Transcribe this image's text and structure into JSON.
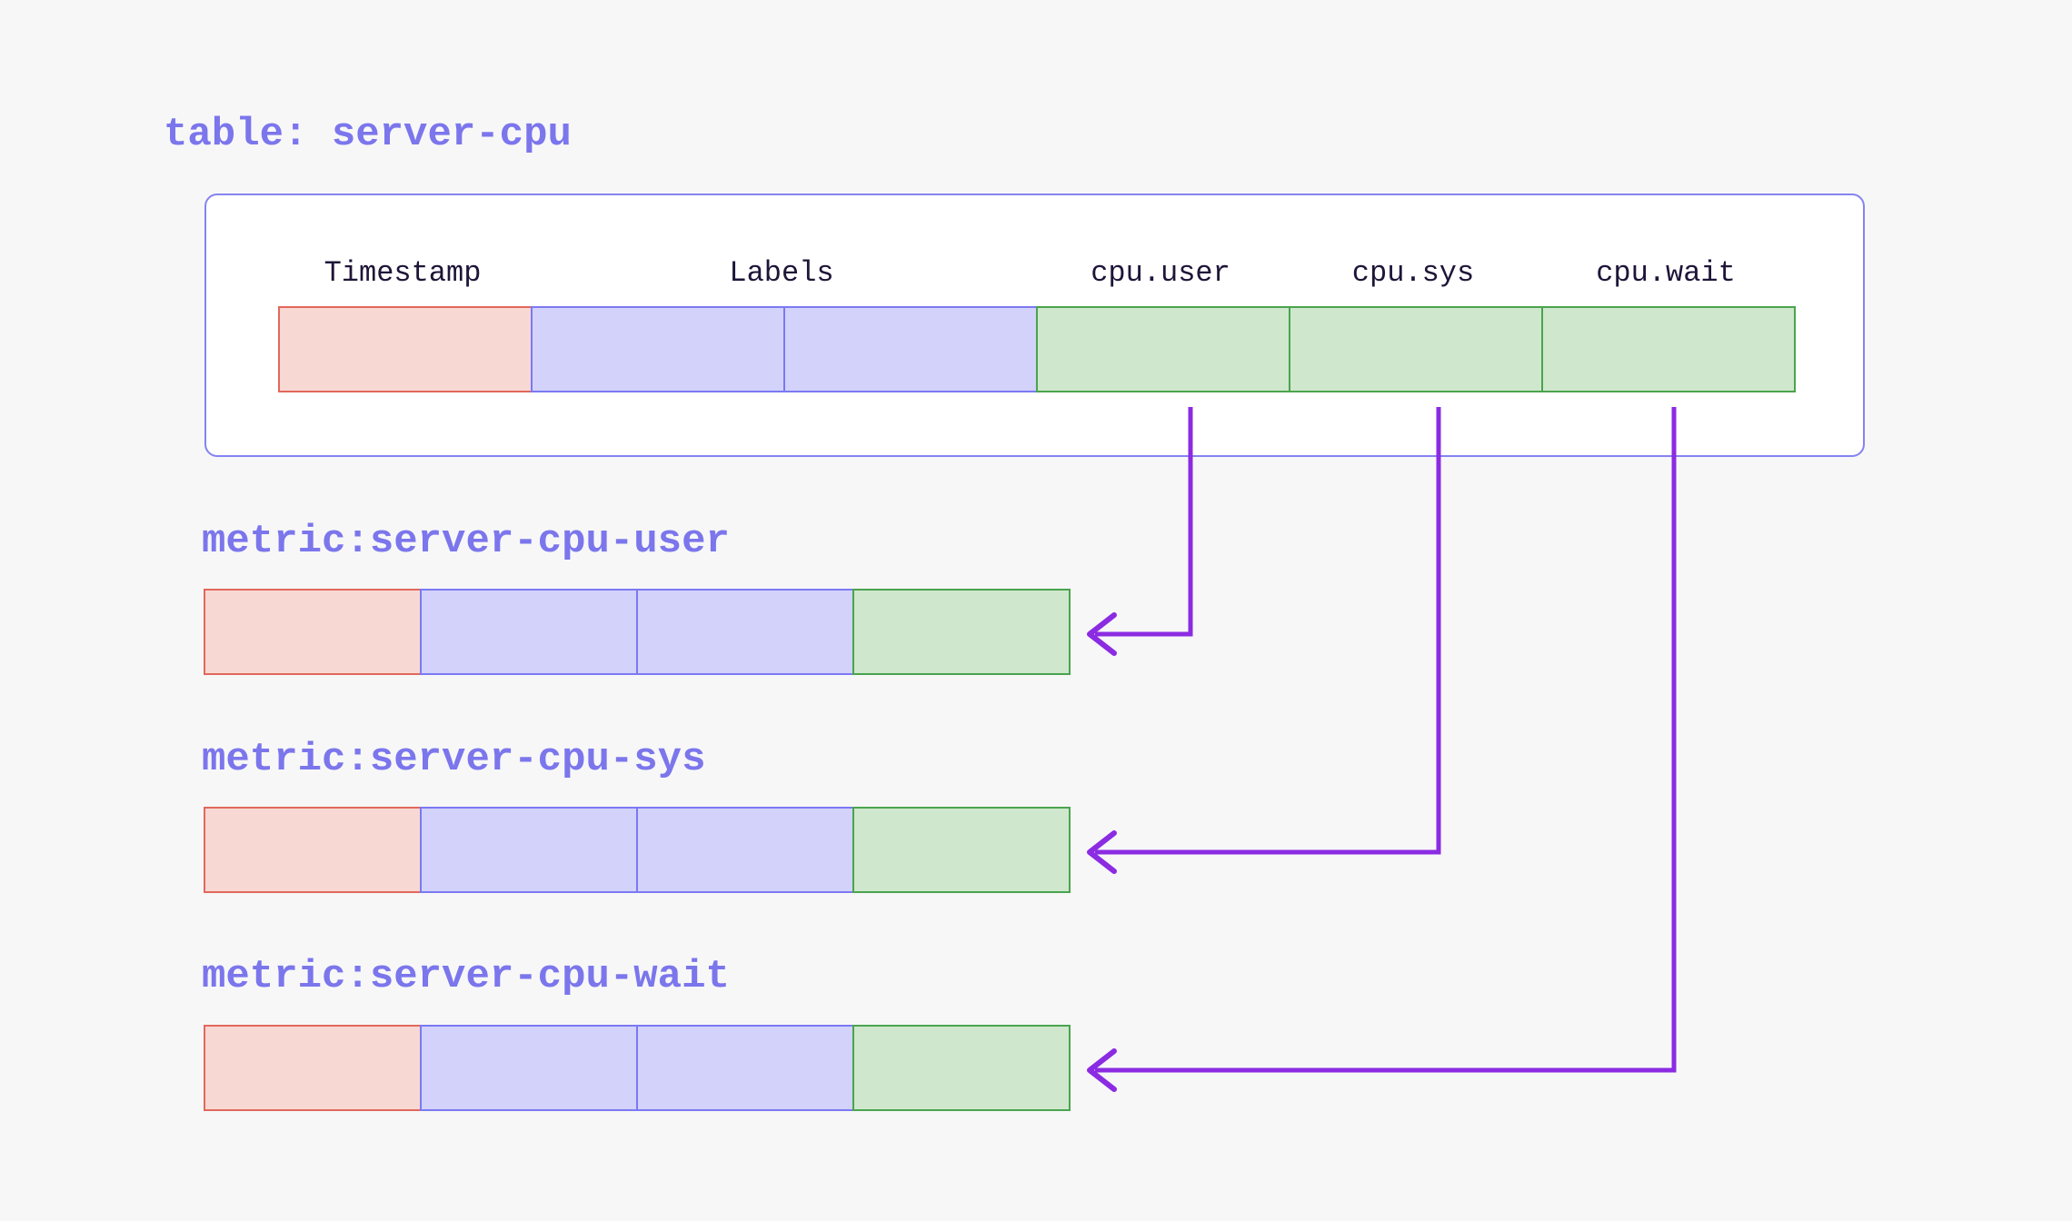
{
  "title": "table: server-cpu",
  "table": {
    "columns": [
      {
        "label": "Timestamp",
        "type": "timestamp"
      },
      {
        "label": "Labels",
        "type": "labels"
      },
      {
        "label": "cpu.user",
        "type": "field"
      },
      {
        "label": "cpu.sys",
        "type": "field"
      },
      {
        "label": "cpu.wait",
        "type": "field"
      }
    ],
    "row_cells": [
      "timestamp",
      "labels",
      "labels",
      "field",
      "field",
      "field"
    ]
  },
  "metrics": [
    {
      "label": "metric:server-cpu-user",
      "source_column": "cpu.user",
      "row_cells": [
        "timestamp",
        "labels",
        "labels",
        "field"
      ]
    },
    {
      "label": "metric:server-cpu-sys",
      "source_column": "cpu.sys",
      "row_cells": [
        "timestamp",
        "labels",
        "labels",
        "field"
      ]
    },
    {
      "label": "metric:server-cpu-wait",
      "source_column": "cpu.wait",
      "row_cells": [
        "timestamp",
        "labels",
        "labels",
        "field"
      ]
    }
  ],
  "colors": {
    "background": "#f7f7f8",
    "panel_background": "#ffffff",
    "panel_border": "#8583f1",
    "heading_text": "#7b76ec",
    "column_header_text": "#1e1538",
    "timestamp_cell_fill": "#f8d8d3",
    "timestamp_cell_border": "#e2685c",
    "labels_cell_fill": "#d2d2fa",
    "labels_cell_border": "#7c79f2",
    "field_cell_fill": "#cfe7cd",
    "field_cell_border": "#4aa44e",
    "arrow": "#8b2be2"
  }
}
